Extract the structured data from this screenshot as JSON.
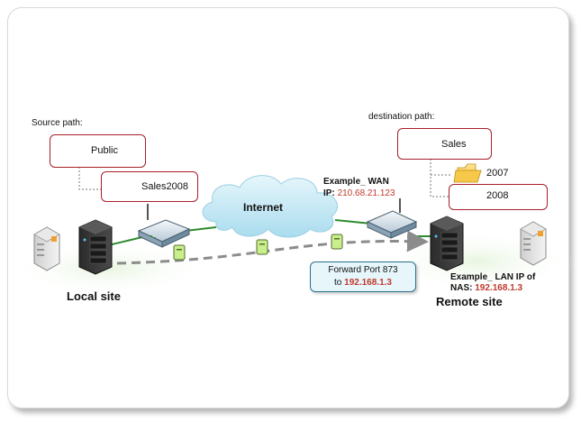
{
  "labels": {
    "source_path": "Source path:",
    "destination_path": "destination path:",
    "internet": "Internet",
    "local_site": "Local site",
    "remote_site": "Remote site"
  },
  "source_folders": {
    "public": "Public",
    "sales2008": "Sales2008"
  },
  "destination_folders": {
    "sales": "Sales",
    "folder_2007": "2007",
    "folder_2008": "2008"
  },
  "wan": {
    "title": "Example_ WAN",
    "ip_label": "IP:",
    "ip": "210.68.21.123"
  },
  "lan": {
    "title": "Example_ LAN IP of",
    "nas_label": "NAS:",
    "ip": "192.168.1.3"
  },
  "forward": {
    "line1": "Forward Port 873",
    "to": "to",
    "ip": "192.168.1.3"
  },
  "colors": {
    "red_box": "#a81f2a",
    "ip_text": "#c0392b",
    "callout_bg": "#e6f6fb",
    "cloud": "#bfe6f2",
    "link": "#2e8b2e",
    "flow_dash": "#8c8c8c"
  }
}
